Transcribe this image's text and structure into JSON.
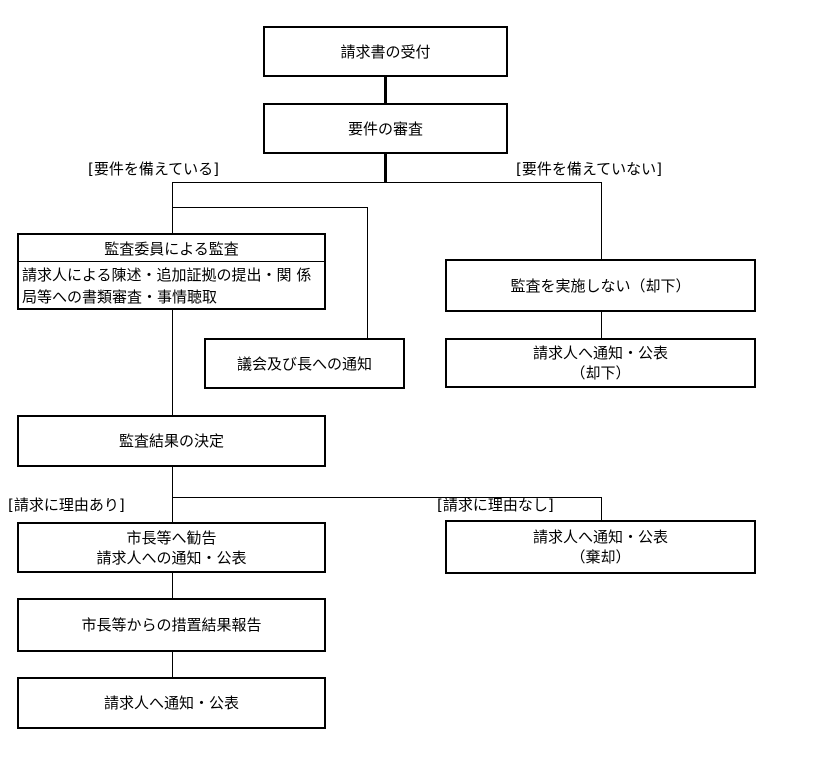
{
  "diagram": {
    "type": "flowchart",
    "background_color": "#ffffff",
    "line_color": "#000000",
    "text_color": "#000000"
  },
  "boxes": {
    "receipt": "請求書の受付",
    "review": "要件の審査",
    "audit_header": "監査委員による監査",
    "audit_body_line1": "請求人による陳述・追加証拠の提出・関",
    "audit_body_line2": "係局等への書類審査・事情聴取",
    "assembly_notice": "議会及び長への通知",
    "no_audit": "監査を実施しない（却下）",
    "notify_reject_line1": "請求人へ通知・公表",
    "notify_reject_line2": "（却下）",
    "decision": "監査結果の決定",
    "recommend_line1": "市長等へ勧告",
    "recommend_line2": "請求人への通知・公表",
    "notify_dismiss_line1": "請求人へ通知・公表",
    "notify_dismiss_line2": "（棄却）",
    "report": "市長等からの措置結果報告",
    "notify_final": "請求人へ通知・公表"
  },
  "branch_labels": {
    "meets": "[要件を備えている]",
    "not_meets": "[要件を備えていない]",
    "grounds": "[請求に理由あり]",
    "no_grounds": "[請求に理由なし]"
  }
}
